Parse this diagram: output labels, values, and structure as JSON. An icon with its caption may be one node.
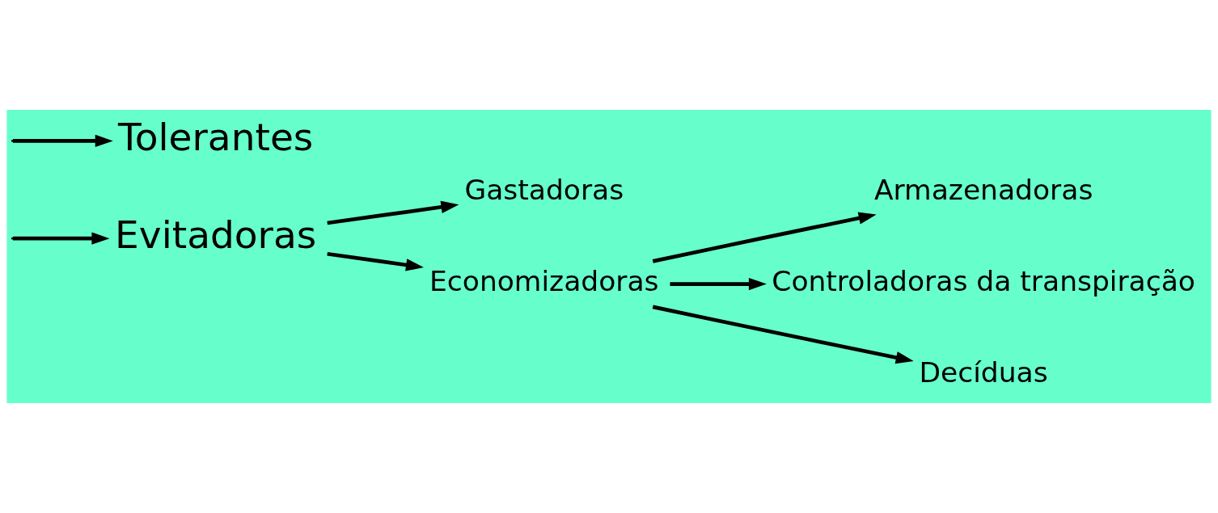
{
  "diagram": {
    "nodes": [
      {
        "text": [
          "Evitadoras"
        ]
      },
      {
        "text": [
          "Tolerantes"
        ]
      },
      {
        "text": [
          "Gastadoras"
        ]
      },
      {
        "text": [
          "Economizadoras"
        ]
      },
      {
        "text": [
          "Armazenadoras"
        ]
      },
      {
        "text": [
          "Controladoras da transpiração"
        ]
      },
      {
        "text": [
          "Decíduas"
        ]
      }
    ],
    "edges": [
      {
        "from": null,
        "to": 0,
        "arrow": "to"
      },
      {
        "from": null,
        "to": 1,
        "arrow": "to"
      },
      {
        "from": 0,
        "to": 2,
        "arrow": "to"
      },
      {
        "from": 0,
        "to": 3,
        "arrow": "to"
      },
      {
        "from": 3,
        "to": 4,
        "arrow": "to"
      },
      {
        "from": 3,
        "to": 5,
        "arrow": "to"
      },
      {
        "from": 3,
        "to": 6,
        "arrow": "to"
      }
    ]
  }
}
